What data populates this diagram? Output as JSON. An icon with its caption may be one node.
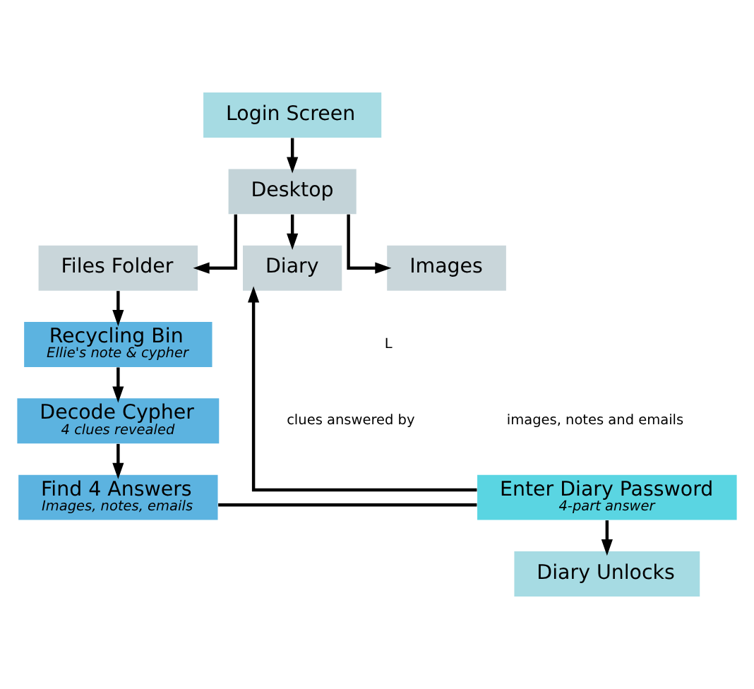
{
  "diagram": {
    "nodes": [
      {
        "text": [
          "Login Screen"
        ]
      },
      {
        "text": [
          "Desktop"
        ]
      },
      {
        "text": [
          "Files Folder"
        ]
      },
      {
        "text": [
          "Diary"
        ]
      },
      {
        "text": [
          "Images"
        ]
      },
      {
        "text": [
          "Recycling Bin",
          "Ellie's note & cypher"
        ]
      },
      {
        "text": [
          "Decode Cypher",
          "4 clues revealed"
        ]
      },
      {
        "text": [
          "Find 4 Answers",
          "Images, notes, emails"
        ]
      },
      {
        "text": [
          "Enter Diary Password",
          "4-part answer"
        ]
      },
      {
        "text": [
          "Diary Unlocks"
        ]
      }
    ],
    "edges": [
      {
        "from": 0,
        "to": 1,
        "arrow": "to"
      },
      {
        "from": 1,
        "to": 2,
        "arrow": "to"
      },
      {
        "from": 1,
        "to": 3,
        "arrow": "to"
      },
      {
        "from": 1,
        "to": 4,
        "arrow": "to"
      },
      {
        "from": 2,
        "to": 5,
        "arrow": "to"
      },
      {
        "from": 5,
        "to": 6,
        "arrow": "to"
      },
      {
        "from": 6,
        "to": 7,
        "arrow": "to"
      },
      {
        "from": 7,
        "to": 8,
        "arrow": "none"
      },
      {
        "from": 8,
        "to": 3,
        "arrow": "to"
      },
      {
        "from": 8,
        "to": 9,
        "arrow": "to"
      }
    ],
    "labels": [
      "L",
      "clues answered by",
      "images, notes and emails"
    ]
  }
}
